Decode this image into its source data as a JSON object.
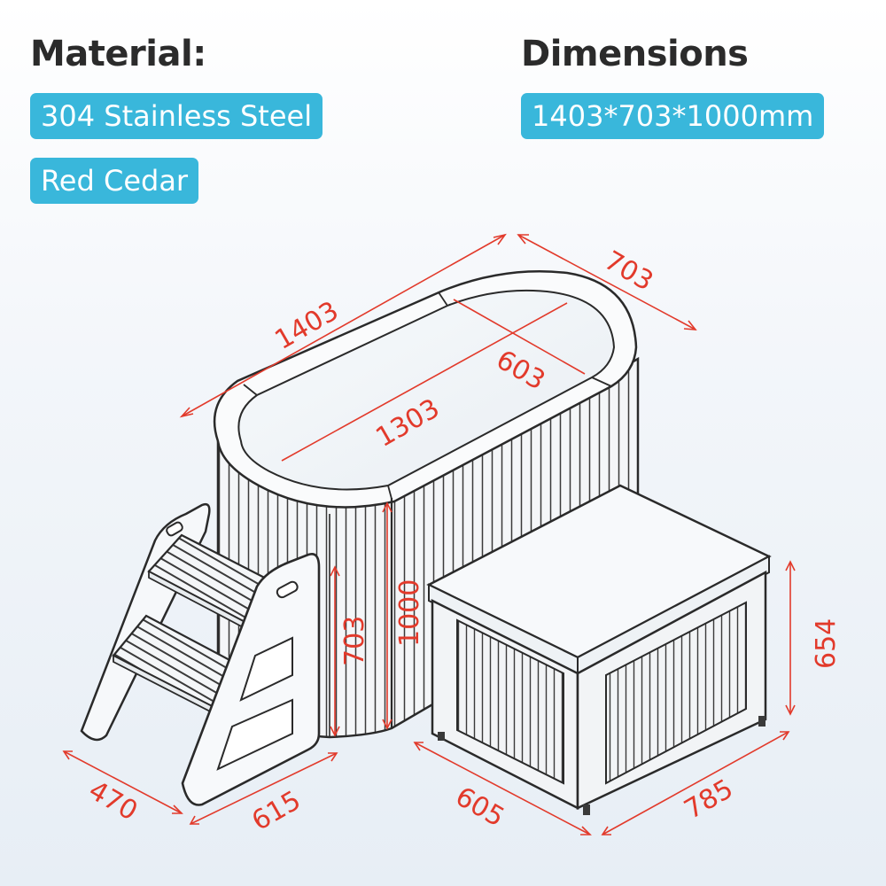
{
  "material": {
    "heading": "Material:",
    "items": [
      "304 Stainless Steel",
      "Red Cedar"
    ]
  },
  "dimensions": {
    "heading": "Dimensions",
    "value": "1403*703*1000mm"
  },
  "labels": {
    "tub_length": "1403",
    "tub_width": "703",
    "inner_width": "603",
    "inner_length": "1303",
    "tub_height": "1000",
    "inner_depth": "703",
    "box_height": "654",
    "steps_depth": "470",
    "steps_width": "615",
    "box_depth": "605",
    "box_width": "785"
  },
  "colors": {
    "accent": "#39b7db",
    "dimension": "#e23a2b",
    "outline": "#2a2a2a"
  }
}
